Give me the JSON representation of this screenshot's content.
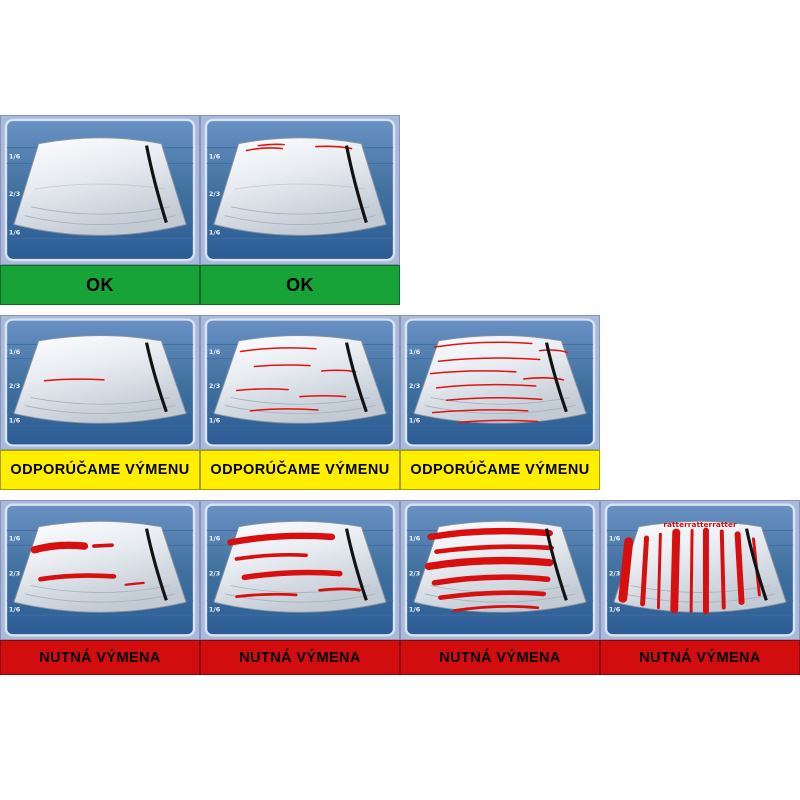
{
  "legend_rows": [
    {
      "status": "ok",
      "label": "OK",
      "bar_color": "#17a338",
      "text_color": "#000000",
      "cell_count": 2
    },
    {
      "status": "replacement-recommended",
      "label": "ODPORÚČAME VÝMENU",
      "bar_color": "#ffee00",
      "text_color": "#000000",
      "cell_count": 3
    },
    {
      "status": "replacement-required",
      "label": "NUTNÁ VÝMENA",
      "bar_color": "#d20d0d",
      "text_color": "#000000",
      "cell_count": 4
    }
  ],
  "zone_labels": [
    "1/6",
    "2/3",
    "1/6"
  ],
  "chatter_text": "ratterratterratter",
  "colors": {
    "panel_bg": "#a9b9dc",
    "screen_top": "#5d87bc",
    "screen_bottom": "#2b5c95",
    "glass_light": "#fdfeff",
    "glass_dark": "#c2cad4",
    "wear_mark": "#dd1010",
    "wiper_blade": "#121212"
  }
}
